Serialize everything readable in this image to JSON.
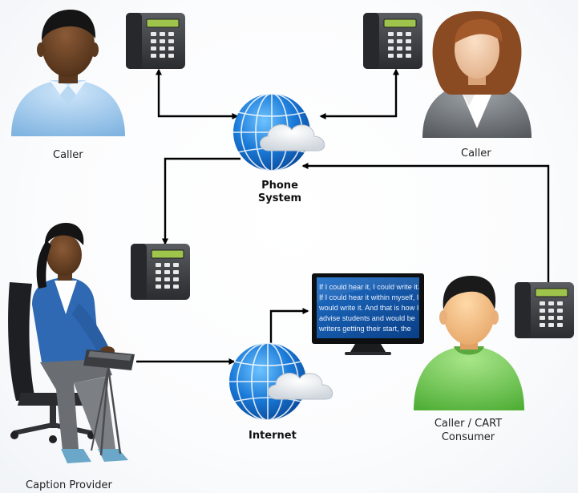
{
  "labels": {
    "caller_left": "Caller",
    "caller_right": "Caller",
    "phone_system_line1": "Phone",
    "phone_system_line2": "System",
    "internet": "Internet",
    "cart_consumer_line1": "Caller / CART",
    "cart_consumer_line2": "Consumer",
    "caption_provider": "Caption Provider"
  },
  "monitor_caption": {
    "lines": [
      "If I could hear it, I could write it.",
      "If I could hear it within myself, I",
      "would write it. And that is how I",
      "advise students and would be",
      "writers getting their start, the"
    ]
  },
  "colors": {
    "arrow": "#000000",
    "globe": "#1a78d6",
    "screen": "#0d4a95",
    "phone_body": "#3b3d40",
    "phone_lcd": "#9fc44b",
    "consumer_shirt": "#6fc54b",
    "provider_jacket": "#2f69b3",
    "left_caller_shirt": "#9fc8ea",
    "right_caller_jacket": "#6f7378"
  },
  "icons": [
    "person-icon",
    "desk-phone-icon",
    "globe-cloud-icon",
    "monitor-icon",
    "stenotype-icon"
  ]
}
